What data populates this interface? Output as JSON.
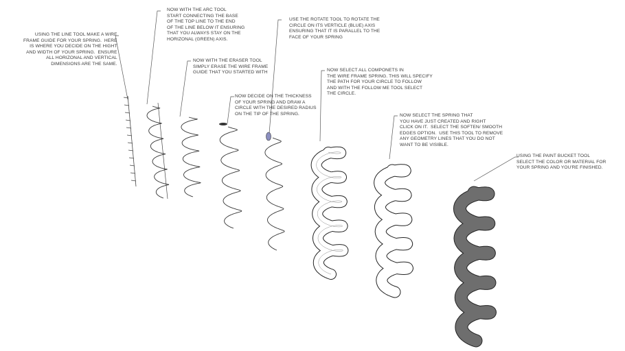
{
  "steps": [
    {
      "text": "USING THE LINE TOOL MAKE A WIRE\nFRAME GUIDE FOR YOUR SPRING.  HERE\nIS WHERE YOU DECIDE ON THE HIGHT\nAND WIDTH OF YOUR SPRING.  ENSURE\nALL HORIZONAL AND VERTICAL\nDIMENSIONS ARE THE SAME."
    },
    {
      "text": "NOW WITH THE ARC TOOL\nSTART CONNECTING THE BASE\nOF THE TOP LINE TO THE END\nOF THE LINE BELOW IT ENSURING\nTHAT YOU ALWAYS STAY ON THE\nHORIZONAL (GREEN) AXIS."
    },
    {
      "text": "NOW WITH THE ERASER TOOL\nSIMPLY ERASE THE WIRE FRAME\nGUIDE THAT YOU STARTED WITH"
    },
    {
      "text": "NOW DECIDE ON THE THICKNESS\nOF YOUR SPRING AND DRAW A\nCIRCLE WITH THE DESIRED RADIUS\nON THE TIP OF THE SPRING."
    },
    {
      "text": "USE THE ROTATE TOOL TO ROTATE THE\nCIRCLE ON ITS VERTICLE (BLUE) AXIS\nENSURING THAT IT IS PARALLEL TO THE\nFACE OF YOUR SPRING"
    },
    {
      "text": "NOW SELECT ALL COMPONETS IN\nTHE WIRE FRAME SPRING. THIS WILL SPECIFY\nTHE PATH FOR YOUR CIRCLE TO FOLLOW\nAND WITH THE FOLLOW ME TOOL SELECT\nTHE CIRCLE."
    },
    {
      "text": "NOW SELECT THE SPRING THAT\nYOU HAVE JUST CREATED AND RIGHT\nCLICK ON IT.  SELECT THE SOFTEN/ SMOOTH\nEDGES OPTION.  USE THIS TOOL TO REMOVE\nANY GEOMETRY LINES THAT YOU DO NOT\nWANT TO BE VISIBLE."
    },
    {
      "text": "USING THE PAINT BUCKET TOOL\nSELECT THE COLOR OR MATERIAL FOR\nYOUR SPRING AND YOU'RE FINISHED."
    }
  ],
  "colors": {
    "profile_circle_dark": "#333333",
    "profile_circle_blue": "#8c8fc0",
    "spring_white": "#ffffff",
    "spring_painted": "#6e6e6e",
    "line": "#555555"
  }
}
